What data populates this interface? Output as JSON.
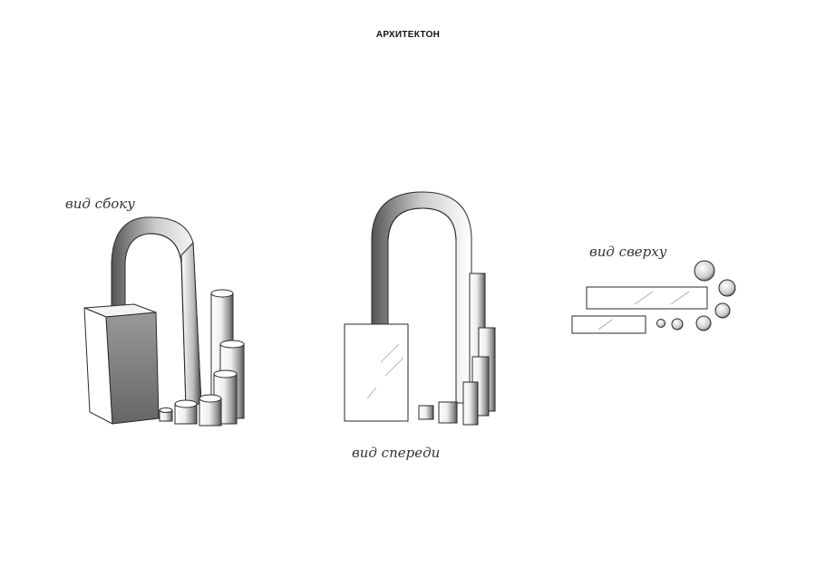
{
  "page": {
    "title": "АРХИТЕКТОН",
    "ink_color": "#2a2a2a"
  },
  "views": {
    "side": {
      "label": "вид  сбоку"
    },
    "front": {
      "label": "вид  спереди"
    },
    "top": {
      "label": "вид  сверху"
    }
  }
}
